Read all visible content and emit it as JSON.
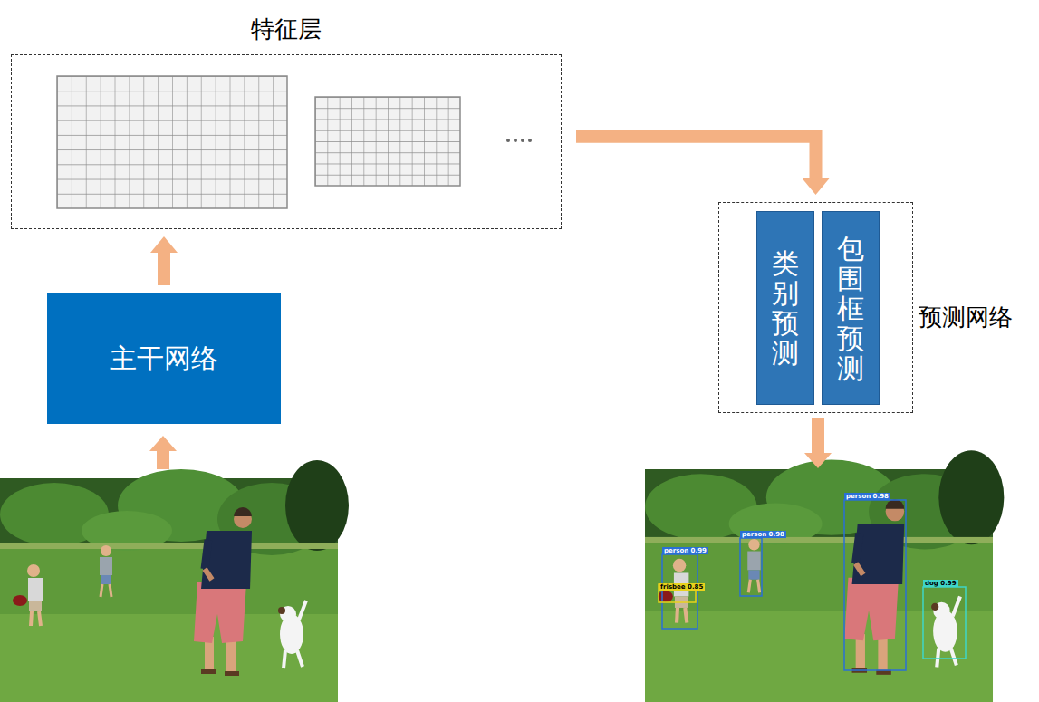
{
  "diagram": {
    "nodes": [
      {
        "text": [
          "特征层"
        ]
      },
      {
        "text": [
          "预测网络"
        ]
      },
      {
        "text": [
          "类别预测"
        ],
        "in": 1
      },
      {
        "text": [
          "包围框预测"
        ],
        "in": 1
      },
      {
        "text": [
          "主干网络"
        ]
      }
    ],
    "edges": [
      {
        "from": 4,
        "to": 0,
        "arrow": "to"
      },
      {
        "from": 0,
        "to": 1,
        "arrow": "to"
      }
    ],
    "labels": [
      "person 0.99",
      "person 0.98",
      "frisbee 0.85",
      "person 0.98",
      "dog 0.99"
    ]
  }
}
